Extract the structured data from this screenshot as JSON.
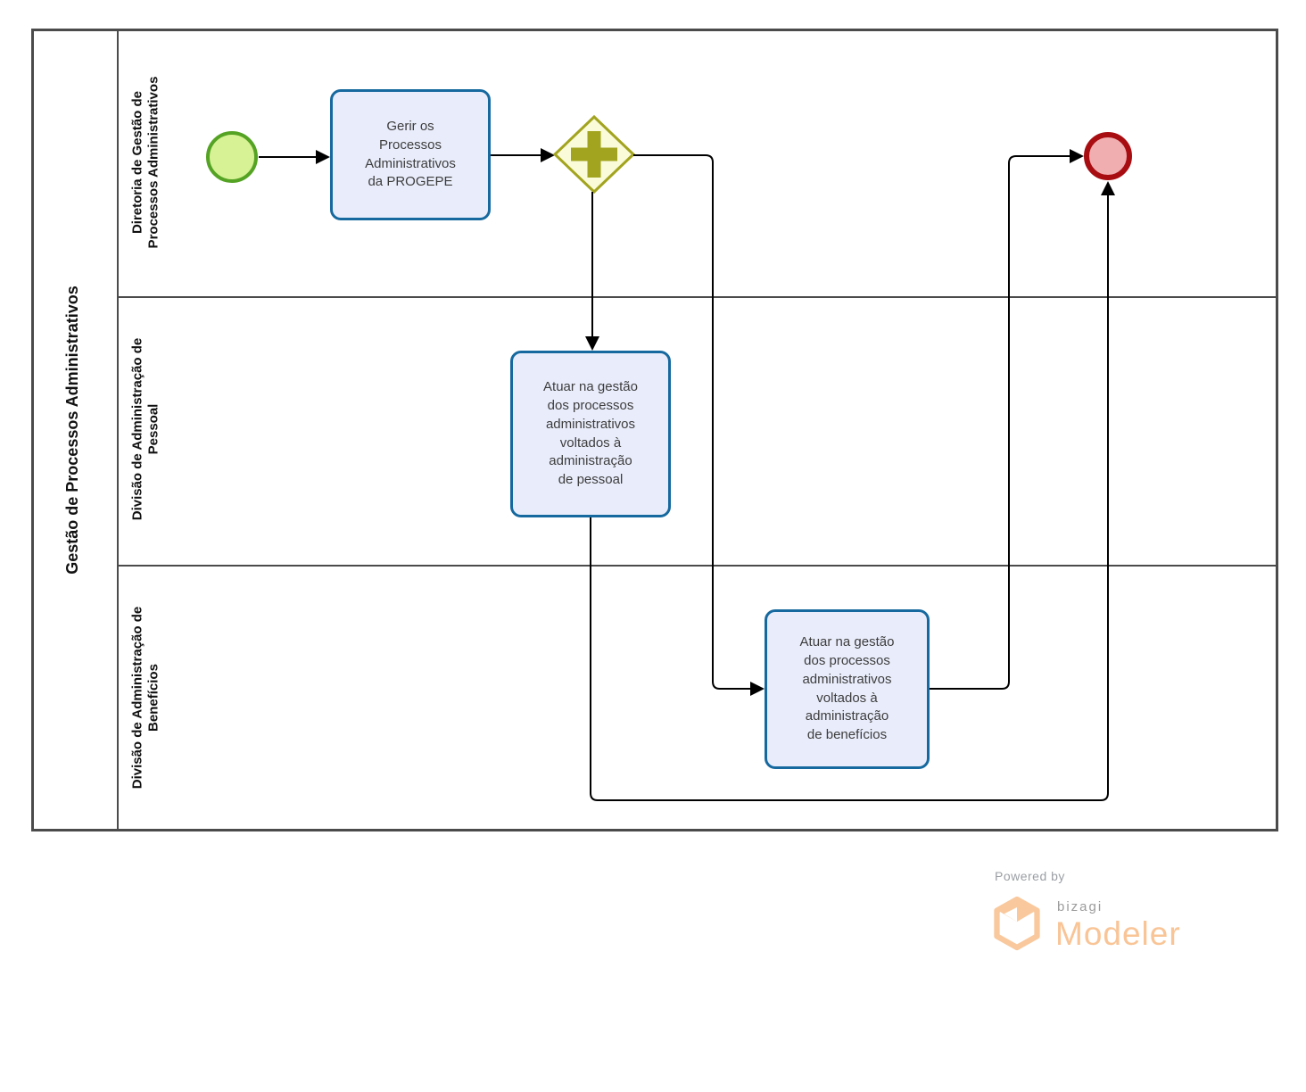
{
  "pool": {
    "title": "Gestão de Processos Administrativos",
    "lanes": [
      {
        "label": "Diretoria de Gestão de Processos Administrativos"
      },
      {
        "label": "Divisão de Administração de Pessoal"
      },
      {
        "label": "Divisão de Administração de Benefícios"
      }
    ]
  },
  "diagram": {
    "start_event": "start-event",
    "gateway": "parallel-gateway",
    "end_event": "end-event",
    "tasks": {
      "gerir": "Gerir os Processos Administrativos da PROGEPE",
      "pessoal": "Atuar na gestão dos processos administrativos voltados à administração de pessoal",
      "beneficios": "Atuar na gestão dos processos administrativos voltados à administração de benefícios"
    }
  },
  "colors": {
    "task_fill": "#e9edfb",
    "task_border": "#16699f",
    "gateway_fill": "#fafbd9",
    "gateway_border": "#a2a41f",
    "start_fill": "#d7f294",
    "start_border": "#55a324",
    "end_fill": "#f0aeb0",
    "end_border": "#a80d12",
    "pool_border": "#4b4b4b",
    "logo_orange": "#f9c496",
    "logo_gray": "#9b9b9b"
  },
  "footer": {
    "powered_by": "Powered by",
    "brand": "bizagi",
    "product": "Modeler"
  }
}
